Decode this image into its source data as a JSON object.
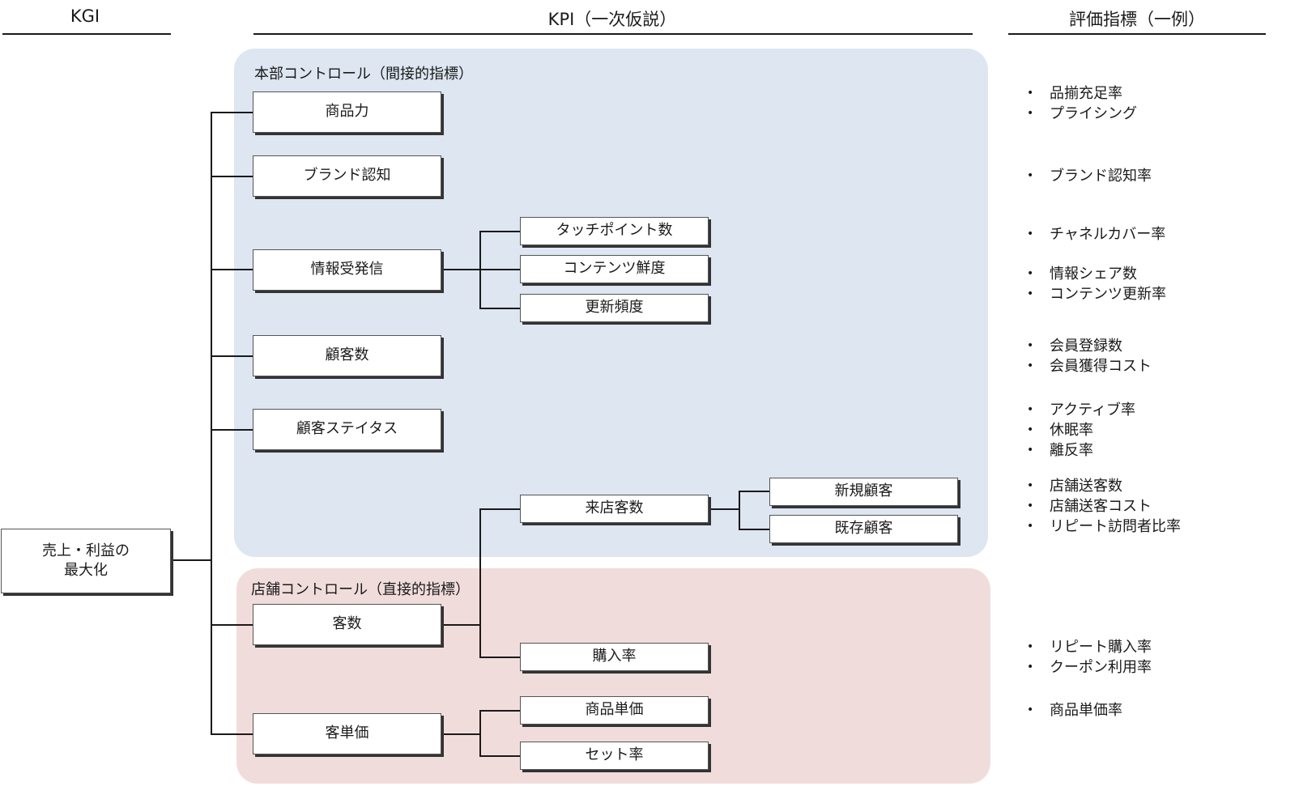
{
  "headers": {
    "kgi": "KGI",
    "kpi": "KPI（一次仮説）",
    "metrics": "評価指標（一例）"
  },
  "regions": {
    "hq": "本部コントロール（間接的指標）",
    "store": "店舗コントロール（直接的指標）"
  },
  "kgi_box": {
    "line1": "売上・利益の",
    "line2": "最大化"
  },
  "kpi": {
    "product_power": "商品力",
    "brand_awareness": "ブランド認知",
    "info_exchange": "情報受発信",
    "customer_count": "顧客数",
    "customer_status": "顧客ステイタス",
    "visits": "客数",
    "unit_price": "客単価"
  },
  "sub": {
    "touchpoints": "タッチポイント数",
    "content_freshness": "コンテンツ鮮度",
    "update_freq": "更新頻度",
    "store_visitors": "来店客数",
    "new_customers": "新規顧客",
    "existing_customers": "既存顧客",
    "purchase_rate": "購入率",
    "item_price": "商品単価",
    "set_rate": "セット率"
  },
  "metrics": [
    [
      "品揃充足率",
      "プライシング"
    ],
    [
      "ブランド認知率"
    ],
    [
      "チャネルカバー率"
    ],
    [
      "情報シェア数",
      "コンテンツ更新率"
    ],
    [
      "会員登録数",
      "会員獲得コスト"
    ],
    [
      "アクティブ率",
      "休眠率",
      "離反率"
    ],
    [
      "店舗送客数",
      "店舗送客コスト",
      "リピート訪問者比率"
    ],
    [
      "リピート購入率",
      "クーポン利用率"
    ],
    [
      "商品単価率"
    ]
  ]
}
